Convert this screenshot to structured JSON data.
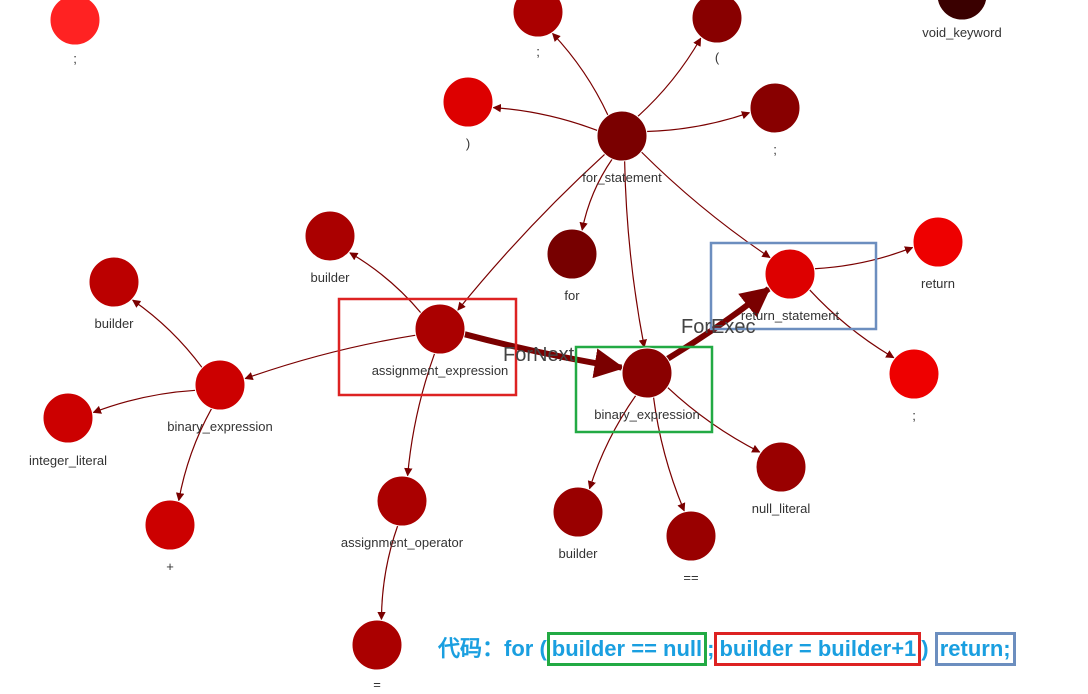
{
  "colors": {
    "edge": "#7a0000",
    "box_green": "#22aa44",
    "box_red": "#dd2222",
    "box_blue": "#6c8ebf",
    "code_text": "#1a9fe0"
  },
  "nodes": [
    {
      "id": "semicolon_top_left",
      "label": ";",
      "color": "#ff2222"
    },
    {
      "id": "semicolon_top",
      "label": ";",
      "color": "#aa0000"
    },
    {
      "id": "open_paren",
      "label": "(",
      "color": "#880000"
    },
    {
      "id": "void_keyword",
      "label": "void_keyword",
      "color": "#3a0000"
    },
    {
      "id": "close_paren",
      "label": ")",
      "color": "#dd0000"
    },
    {
      "id": "semicolon_right",
      "label": ";",
      "color": "#880000"
    },
    {
      "id": "for_statement",
      "label": "for_statement",
      "color": "#7a0000"
    },
    {
      "id": "builder_1",
      "label": "builder",
      "color": "#aa0000"
    },
    {
      "id": "for_keyword",
      "label": "for",
      "color": "#770000"
    },
    {
      "id": "return_statement",
      "label": "return_statement",
      "color": "#dd0000"
    },
    {
      "id": "return_keyword",
      "label": "return",
      "color": "#ee0000"
    },
    {
      "id": "builder_2",
      "label": "builder",
      "color": "#bb0000"
    },
    {
      "id": "assignment_expression",
      "label": "assignment_expression",
      "color": "#aa0000"
    },
    {
      "id": "binary_expression_right",
      "label": "binary_expression",
      "color": "#8a0000"
    },
    {
      "id": "binary_expression_left",
      "label": "binary_expression",
      "color": "#cc0000"
    },
    {
      "id": "semicolon_return",
      "label": ";",
      "color": "#ee0000"
    },
    {
      "id": "integer_literal",
      "label": "integer_literal",
      "color": "#cc0000"
    },
    {
      "id": "null_literal",
      "label": "null_literal",
      "color": "#990000"
    },
    {
      "id": "assignment_operator",
      "label": "assignment_operator",
      "color": "#aa0000"
    },
    {
      "id": "plus",
      "label": "+",
      "color": "#cc0000"
    },
    {
      "id": "builder_3",
      "label": "builder",
      "color": "#990000"
    },
    {
      "id": "equals_equals",
      "label": "==",
      "color": "#990000"
    },
    {
      "id": "equals",
      "label": "=",
      "color": "#aa0000"
    }
  ],
  "edge_labels": {
    "for_next": "ForNext",
    "for_exec": "ForExec"
  },
  "code": {
    "prefix": "代码：for (",
    "condition": "builder == null",
    "separator": ";",
    "update": "builder = builder+1",
    "close": ")",
    "body": "return;"
  }
}
